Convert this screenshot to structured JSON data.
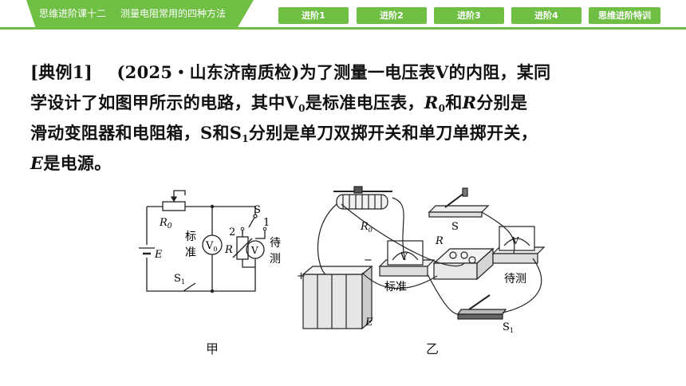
{
  "header": {
    "course": "思维进阶课十二",
    "topic": "测量电阻常用的四种方法",
    "nav": [
      "进阶1",
      "进阶2",
      "进阶3",
      "进阶4",
      "思维进阶特训"
    ]
  },
  "example": {
    "label": "[典例1]",
    "source": "(2025・山东济南质检)",
    "l1_text": "为了测量一电压表V的内阻，某同",
    "l2_a": "学设计了如图甲所示的电路，其中V",
    "l2_sub": "0",
    "l2_b": "是标准电压表，",
    "l2_r": "R",
    "l2_r_sub": "0",
    "l2_c": "和",
    "l2_r2": "R",
    "l2_d": "分别是",
    "l3_a": "滑动变阻器和电阻箱，S和S",
    "l3_sub": "1",
    "l3_b": "分别是单刀双掷开关和单刀单掷开关，",
    "l4_e": "E",
    "l4_text": "是电源。"
  },
  "figure_a": {
    "caption": "甲",
    "r0": "R",
    "r0_sub": "0",
    "e": "E",
    "std_1": "标",
    "std_2": "准",
    "v0": "V",
    "v0_sub": "0",
    "pos2": "2",
    "r": "R",
    "v": "V",
    "s": "S",
    "pos1": "1",
    "test_1": "待",
    "test_2": "测",
    "s1": "S",
    "s1_sub": "1"
  },
  "figure_b": {
    "caption": "乙",
    "r0": "R",
    "r0_sub": "0",
    "s": "S",
    "r": "R",
    "v": "V",
    "plus": "+",
    "minus": "−",
    "e": "E",
    "std": "标准",
    "test": "待测",
    "s1": "S",
    "s1_sub": "1"
  },
  "colors": {
    "accent": "#6fbf44",
    "text": "#111111"
  }
}
